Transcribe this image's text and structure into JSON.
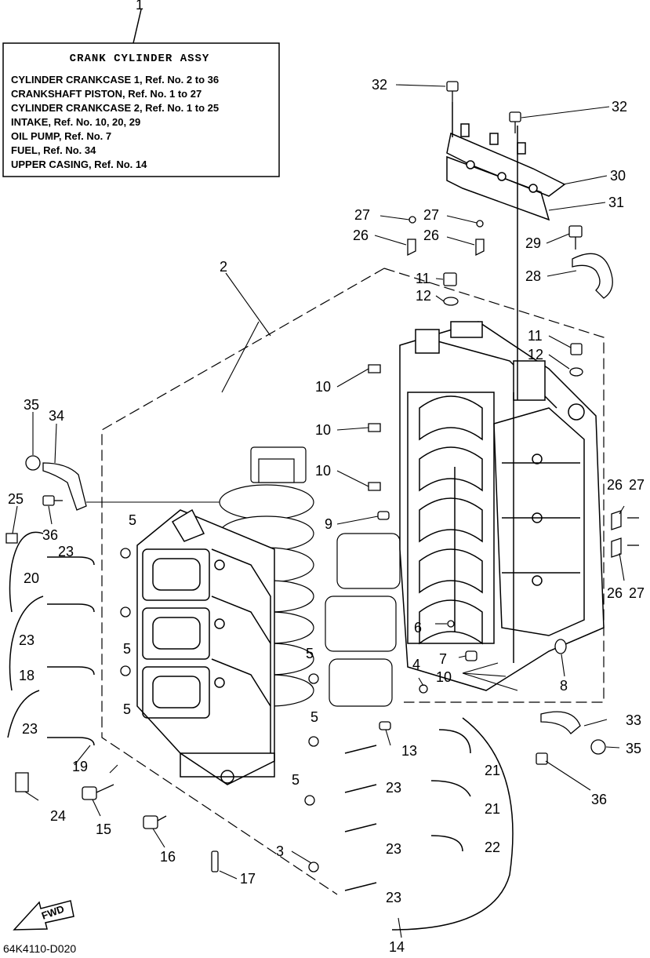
{
  "assembly_box": {
    "number": "1",
    "title": "CRANK CYLINDER ASSY",
    "lines": [
      "CYLINDER CRANKCASE 1,  Ref. No. 2 to 36",
      "CRANKSHAFT PISTON,  Ref. No. 1 to 27",
      "CYLINDER CRANKCASE 2,  Ref. No. 1 to 25",
      "INTAKE,  Ref. No. 10, 20, 29",
      "OIL PUMP,  Ref. No. 7",
      "FUEL,  Ref. No. 34",
      "UPPER CASING,  Ref. No. 14"
    ]
  },
  "callouts": [
    "32",
    "32",
    "30",
    "31",
    "27",
    "27",
    "26",
    "26",
    "29",
    "28",
    "2",
    "11",
    "12",
    "11",
    "12",
    "10",
    "10",
    "10",
    "9",
    "35",
    "34",
    "25",
    "36",
    "5",
    "23",
    "20",
    "5",
    "23",
    "18",
    "23",
    "5",
    "19",
    "24",
    "15",
    "16",
    "17",
    "3",
    "5",
    "4",
    "5",
    "5",
    "6",
    "7",
    "10",
    "8",
    "13",
    "21",
    "21",
    "22",
    "23",
    "23",
    "23",
    "23",
    "14",
    "33",
    "35",
    "36",
    "26",
    "27",
    "26",
    "27"
  ],
  "fwd_label": "FWD",
  "drawing_code": "64K4110-D020"
}
